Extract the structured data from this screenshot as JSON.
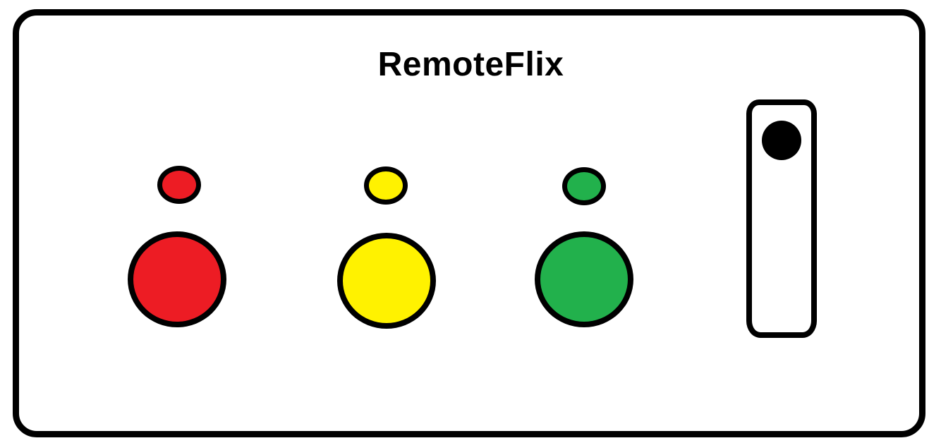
{
  "device": {
    "title": "RemoteFlix"
  },
  "indicators": [
    {
      "name": "red",
      "color": "#ed1c24"
    },
    {
      "name": "yellow",
      "color": "#fff200"
    },
    {
      "name": "green",
      "color": "#22b14c"
    }
  ],
  "buttons": [
    {
      "name": "red",
      "color": "#ed1c24"
    },
    {
      "name": "yellow",
      "color": "#fff200"
    },
    {
      "name": "green",
      "color": "#22b14c"
    }
  ],
  "switch": {
    "knob_position": "top"
  }
}
